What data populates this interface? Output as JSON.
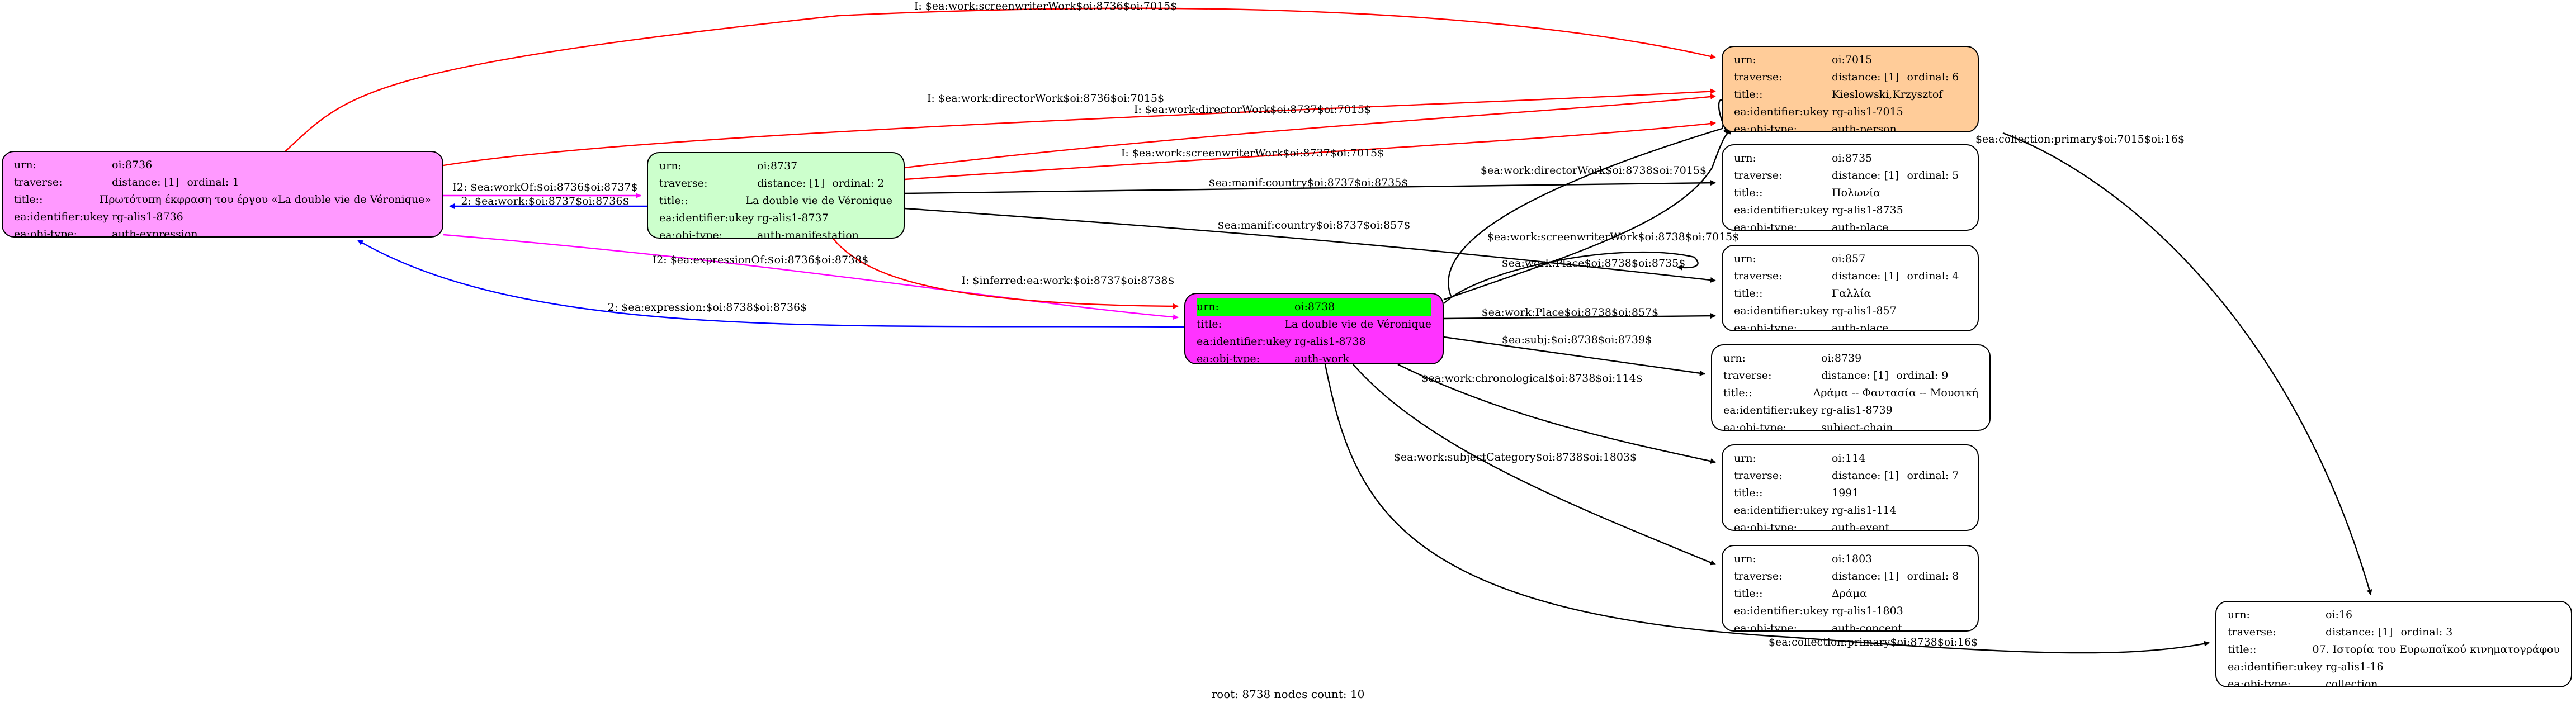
{
  "colors": {
    "expression": "#ff99ff",
    "manifestation": "#ccffcc",
    "work": "#ff33ff",
    "person": "#ffcc99",
    "plain": "#ffffff",
    "red": "#ff0000",
    "blue": "#0000ff",
    "magenta": "#ff00ff",
    "black": "#000000",
    "highlight": "#00ff00"
  },
  "nodes": [
    {
      "id": "n8736",
      "fill": "expression",
      "rows": [
        {
          "k": "urn:",
          "v": "oi:8736"
        },
        {
          "k": "traverse:",
          "v": "distance: [1]",
          "o": "ordinal: 1"
        },
        {
          "k": "title::",
          "v": "Πρωτότυπη έκφραση του έργου «La double vie de Véronique»"
        },
        {
          "k": "ea:identifier:ukey",
          "v": "rg-alis1-8736"
        },
        {
          "k": "ea:obj-type:",
          "v": "auth-expression"
        }
      ]
    },
    {
      "id": "n8737",
      "fill": "manifestation",
      "rows": [
        {
          "k": "urn:",
          "v": "oi:8737"
        },
        {
          "k": "traverse:",
          "v": "distance: [1]",
          "o": "ordinal: 2"
        },
        {
          "k": "title::",
          "v": "La double vie de Véronique"
        },
        {
          "k": "ea:identifier:ukey",
          "v": "rg-alis1-8737"
        },
        {
          "k": "ea:obj-type:",
          "v": "auth-manifestation"
        }
      ]
    },
    {
      "id": "n8738",
      "fill": "work",
      "rows": [
        {
          "k": "urn:",
          "v": "oi:8738",
          "hl": true
        },
        {
          "k": "title:",
          "v": "La double vie de Véronique"
        },
        {
          "k": "ea:identifier:ukey",
          "v": "rg-alis1-8738"
        },
        {
          "k": "ea:obj-type:",
          "v": "auth-work"
        }
      ]
    },
    {
      "id": "n7015",
      "fill": "person",
      "rows": [
        {
          "k": "urn:",
          "v": "oi:7015"
        },
        {
          "k": "traverse:",
          "v": "distance: [1]",
          "o": "ordinal: 6"
        },
        {
          "k": "title::",
          "v": "Kieslowski,Krzysztof"
        },
        {
          "k": "ea:identifier:ukey",
          "v": "rg-alis1-7015"
        },
        {
          "k": "ea:obj-type:",
          "v": "auth-person"
        }
      ]
    },
    {
      "id": "n8735",
      "fill": "plain",
      "rows": [
        {
          "k": "urn:",
          "v": "oi:8735"
        },
        {
          "k": "traverse:",
          "v": "distance: [1]",
          "o": "ordinal: 5"
        },
        {
          "k": "title::",
          "v": "Πολωνία"
        },
        {
          "k": "ea:identifier:ukey",
          "v": "rg-alis1-8735"
        },
        {
          "k": "ea:obj-type:",
          "v": "auth-place"
        }
      ]
    },
    {
      "id": "n857",
      "fill": "plain",
      "rows": [
        {
          "k": "urn:",
          "v": "oi:857"
        },
        {
          "k": "traverse:",
          "v": "distance: [1]",
          "o": "ordinal: 4"
        },
        {
          "k": "title::",
          "v": "Γαλλία"
        },
        {
          "k": "ea:identifier:ukey",
          "v": "rg-alis1-857"
        },
        {
          "k": "ea:obj-type:",
          "v": "auth-place"
        }
      ]
    },
    {
      "id": "n8739",
      "fill": "plain",
      "rows": [
        {
          "k": "urn:",
          "v": "oi:8739"
        },
        {
          "k": "traverse:",
          "v": "distance: [1]",
          "o": "ordinal: 9"
        },
        {
          "k": "title::",
          "v": "Δράμα -- Φαντασία -- Μουσική"
        },
        {
          "k": "ea:identifier:ukey",
          "v": "rg-alis1-8739"
        },
        {
          "k": "ea:obj-type:",
          "v": "subject-chain"
        }
      ]
    },
    {
      "id": "n114",
      "fill": "plain",
      "rows": [
        {
          "k": "urn:",
          "v": "oi:114"
        },
        {
          "k": "traverse:",
          "v": "distance: [1]",
          "o": "ordinal: 7"
        },
        {
          "k": "title::",
          "v": "1991"
        },
        {
          "k": "ea:identifier:ukey",
          "v": "rg-alis1-114"
        },
        {
          "k": "ea:obj-type:",
          "v": "auth-event"
        }
      ]
    },
    {
      "id": "n1803",
      "fill": "plain",
      "rows": [
        {
          "k": "urn:",
          "v": "oi:1803"
        },
        {
          "k": "traverse:",
          "v": "distance: [1]",
          "o": "ordinal: 8"
        },
        {
          "k": "title::",
          "v": "Δράμα"
        },
        {
          "k": "ea:identifier:ukey",
          "v": "rg-alis1-1803"
        },
        {
          "k": "ea:obj-type:",
          "v": "auth-concept"
        }
      ]
    },
    {
      "id": "n16",
      "fill": "plain",
      "rows": [
        {
          "k": "urn:",
          "v": "oi:16"
        },
        {
          "k": "traverse:",
          "v": "distance: [1]",
          "o": "ordinal: 3"
        },
        {
          "k": "title::",
          "v": "07. Ιστορία του Ευρωπαϊκού κινηματογράφου"
        },
        {
          "k": "ea:identifier:ukey",
          "v": "rg-alis1-16"
        },
        {
          "k": "ea:obj-type:",
          "v": "collection"
        }
      ]
    }
  ],
  "edges": [
    {
      "id": "e1",
      "color": "red",
      "label": "I: $ea:work:screenwriterWork$oi:8736$oi:7015$"
    },
    {
      "id": "e2",
      "color": "red",
      "label": "I: $ea:work:directorWork$oi:8736$oi:7015$"
    },
    {
      "id": "e3",
      "color": "red",
      "label": "I: $ea:work:directorWork$oi:8737$oi:7015$"
    },
    {
      "id": "e4",
      "color": "red",
      "label": "I: $ea:work:screenwriterWork$oi:8737$oi:7015$"
    },
    {
      "id": "e5",
      "color": "magenta",
      "label": "I2: $ea:workOf:$oi:8736$oi:8737$"
    },
    {
      "id": "e6",
      "color": "blue",
      "label": "2: $ea:work:$oi:8737$oi:8736$"
    },
    {
      "id": "e7",
      "color": "black",
      "label": "$ea:manif:country$oi:8737$oi:8735$"
    },
    {
      "id": "e8",
      "color": "black",
      "label": "$ea:manif:country$oi:8737$oi:857$"
    },
    {
      "id": "e9",
      "color": "magenta",
      "label": "I2: $ea:expressionOf:$oi:8736$oi:8738$"
    },
    {
      "id": "e10",
      "color": "red",
      "label": "I: $inferred:ea:work:$oi:8737$oi:8738$"
    },
    {
      "id": "e11",
      "color": "blue",
      "label": "2: $ea:expression:$oi:8738$oi:8736$"
    },
    {
      "id": "e12",
      "color": "black",
      "label": "$ea:work:directorWork$oi:8738$oi:7015$"
    },
    {
      "id": "e13",
      "color": "black",
      "label": "$ea:work:screenwriterWork$oi:8738$oi:7015$"
    },
    {
      "id": "e14",
      "color": "black",
      "label": "$ea:work:Place$oi:8738$oi:8735$"
    },
    {
      "id": "e15",
      "color": "black",
      "label": "$ea:work:Place$oi:8738$oi:857$"
    },
    {
      "id": "e16",
      "color": "black",
      "label": "$ea:subj:$oi:8738$oi:8739$"
    },
    {
      "id": "e17",
      "color": "black",
      "label": "$ea:work:chronological$oi:8738$oi:114$"
    },
    {
      "id": "e18",
      "color": "black",
      "label": "$ea:work:subjectCategory$oi:8738$oi:1803$"
    },
    {
      "id": "e19",
      "color": "black",
      "label": "$ea:collection:primary$oi:8738$oi:16$"
    },
    {
      "id": "e20",
      "color": "black",
      "label": "$ea:collection:primary$oi:7015$oi:16$"
    }
  ],
  "footer": "root: 8738 nodes count: 10"
}
